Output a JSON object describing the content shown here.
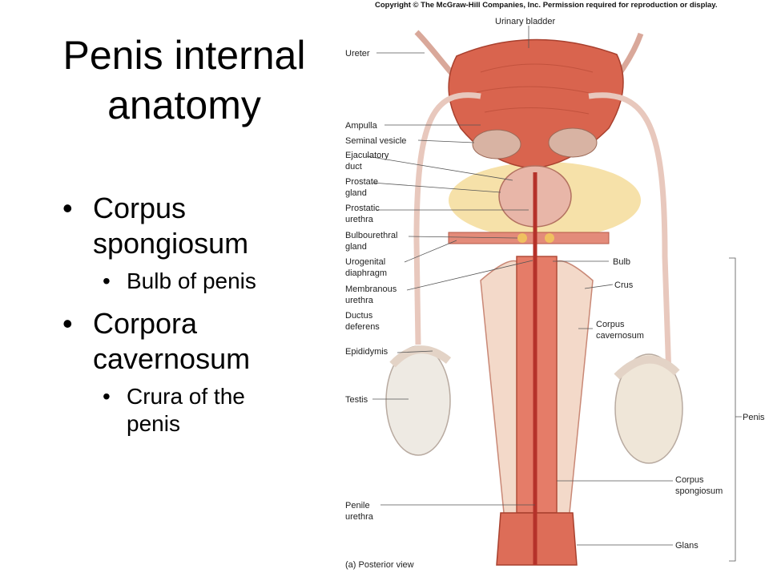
{
  "slide": {
    "title": "Penis internal anatomy",
    "bullets": [
      {
        "text": "Corpus spongiosum",
        "sub": [
          "Bulb of penis"
        ]
      },
      {
        "text": "Corpora cavernosum",
        "sub": [
          "Crura of the penis"
        ]
      }
    ]
  },
  "figure": {
    "copyright": "Copyright © The McGraw-Hill Companies, Inc. Permission required for reproduction or display.",
    "caption": "(a) Posterior view",
    "labels": {
      "urinary_bladder": "Urinary bladder",
      "ureter": "Ureter",
      "ampulla": "Ampulla",
      "seminal_vesicle": "Seminal vesicle",
      "ejaculatory_duct_1": "Ejaculatory",
      "ejaculatory_duct_2": "duct",
      "prostate_gland_1": "Prostate",
      "prostate_gland_2": "gland",
      "prostatic_urethra_1": "Prostatic",
      "prostatic_urethra_2": "urethra",
      "bulbourethral_gland_1": "Bulbourethral",
      "bulbourethral_gland_2": "gland",
      "urogenital_diaphragm_1": "Urogenital",
      "urogenital_diaphragm_2": "diaphragm",
      "membranous_urethra_1": "Membranous",
      "membranous_urethra_2": "urethra",
      "ductus_deferens_1": "Ductus",
      "ductus_deferens_2": "deferens",
      "epididymis": "Epididymis",
      "testis": "Testis",
      "penile_urethra_1": "Penile",
      "penile_urethra_2": "urethra",
      "bulb": "Bulb",
      "crus": "Crus",
      "corpus_cavernosum_1": "Corpus",
      "corpus_cavernosum_2": "cavernosum",
      "penis": "Penis",
      "corpus_spongiosum_1": "Corpus",
      "corpus_spongiosum_2": "spongiosum",
      "glans": "Glans"
    }
  }
}
